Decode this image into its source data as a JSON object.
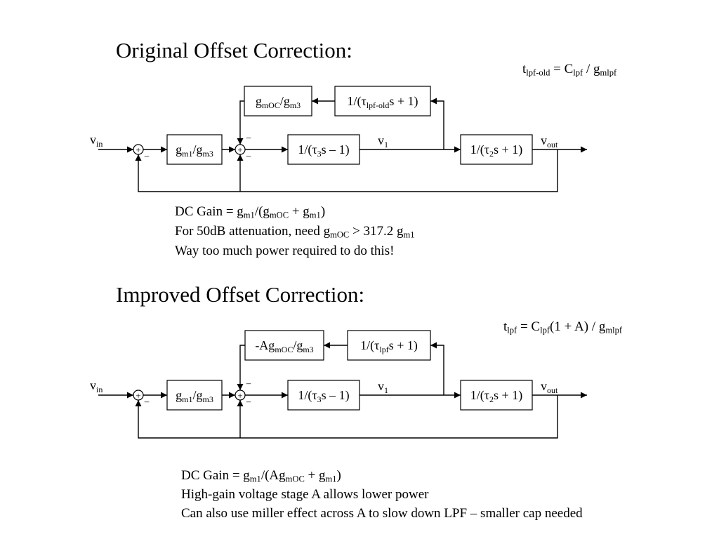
{
  "top": {
    "title": "Original Offset Correction:",
    "tau_formula": [
      {
        "t": "t"
      },
      {
        "t": "lpf-old",
        "sub": true
      },
      {
        "t": " = C"
      },
      {
        "t": "lpf",
        "sub": true
      },
      {
        "t": " / g"
      },
      {
        "t": "mlpf",
        "sub": true
      }
    ],
    "blocks": {
      "feedback_gain": [
        {
          "t": "g"
        },
        {
          "t": "mOC",
          "sub": true
        },
        {
          "t": "/g"
        },
        {
          "t": "m3",
          "sub": true
        }
      ],
      "lpf": [
        {
          "t": "1/(τ"
        },
        {
          "t": "lpf-old",
          "sub": true
        },
        {
          "t": "s + 1)"
        }
      ],
      "input_gain": [
        {
          "t": "g"
        },
        {
          "t": "m1",
          "sub": true
        },
        {
          "t": "/g"
        },
        {
          "t": "m3",
          "sub": true
        }
      ],
      "stage1": [
        {
          "t": "1/(τ"
        },
        {
          "t": "3",
          "sub": true
        },
        {
          "t": "s – 1)"
        }
      ],
      "stage2": [
        {
          "t": "1/(τ"
        },
        {
          "t": "2",
          "sub": true
        },
        {
          "t": "s + 1)"
        }
      ]
    },
    "signals": {
      "vin": [
        {
          "t": "v"
        },
        {
          "t": "in",
          "sub": true
        }
      ],
      "v1": [
        {
          "t": "v"
        },
        {
          "t": "1",
          "sub": true
        }
      ],
      "vout": [
        {
          "t": "v"
        },
        {
          "t": "out",
          "sub": true
        }
      ]
    },
    "notes": [
      [
        {
          "t": "DC Gain = g"
        },
        {
          "t": "m1",
          "sub": true
        },
        {
          "t": "/(g"
        },
        {
          "t": "mOC",
          "sub": true
        },
        {
          "t": " + g"
        },
        {
          "t": "m1",
          "sub": true
        },
        {
          "t": ")"
        }
      ],
      [
        {
          "t": "For 50dB attenuation, need g"
        },
        {
          "t": "mOC",
          "sub": true
        },
        {
          "t": " > 317.2 g"
        },
        {
          "t": "m1",
          "sub": true
        }
      ],
      [
        {
          "t": "Way too much power required to do this!"
        }
      ]
    ]
  },
  "bottom": {
    "title": "Improved Offset Correction:",
    "tau_formula": [
      {
        "t": "t"
      },
      {
        "t": "lpf",
        "sub": true
      },
      {
        "t": " = C"
      },
      {
        "t": "lpf",
        "sub": true
      },
      {
        "t": "(1 + A) / g"
      },
      {
        "t": "mlpf",
        "sub": true
      }
    ],
    "blocks": {
      "feedback_gain": [
        {
          "t": "-Ag"
        },
        {
          "t": "mOC",
          "sub": true
        },
        {
          "t": "/g"
        },
        {
          "t": "m3",
          "sub": true
        }
      ],
      "lpf": [
        {
          "t": "1/(τ"
        },
        {
          "t": "lpf",
          "sub": true
        },
        {
          "t": "s + 1)"
        }
      ],
      "input_gain": [
        {
          "t": "g"
        },
        {
          "t": "m1",
          "sub": true
        },
        {
          "t": "/g"
        },
        {
          "t": "m3",
          "sub": true
        }
      ],
      "stage1": [
        {
          "t": "1/(τ"
        },
        {
          "t": "3",
          "sub": true
        },
        {
          "t": "s – 1)"
        }
      ],
      "stage2": [
        {
          "t": "1/(τ"
        },
        {
          "t": "2",
          "sub": true
        },
        {
          "t": "s + 1)"
        }
      ]
    },
    "signals": {
      "vin": [
        {
          "t": "v"
        },
        {
          "t": "in",
          "sub": true
        }
      ],
      "v1": [
        {
          "t": "v"
        },
        {
          "t": "1",
          "sub": true
        }
      ],
      "vout": [
        {
          "t": "v"
        },
        {
          "t": "out",
          "sub": true
        }
      ]
    },
    "notes": [
      [
        {
          "t": "DC Gain = g"
        },
        {
          "t": "m1",
          "sub": true
        },
        {
          "t": "/(Ag"
        },
        {
          "t": "mOC",
          "sub": true
        },
        {
          "t": " + g"
        },
        {
          "t": "m1",
          "sub": true
        },
        {
          "t": ")"
        }
      ],
      [
        {
          "t": "High-gain voltage stage A allows lower power"
        }
      ],
      [
        {
          "t": "Can also use miller effect across A to slow down LPF – smaller cap needed"
        }
      ]
    ]
  },
  "summing_signs": {
    "plus": "+",
    "minus": "–"
  }
}
